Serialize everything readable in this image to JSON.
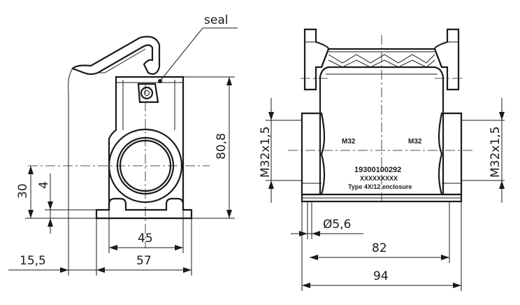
{
  "drawing": {
    "seal_label": "seal",
    "dimensions": {
      "height_total": "80,8",
      "height_30": "30",
      "height_4": "4",
      "width_45": "45",
      "width_57": "57",
      "offset_15_5": "15,5",
      "thread_left": "M32x1,5",
      "thread_right": "M32x1,5",
      "hole_diameter": "Ø5,6",
      "width_82": "82",
      "width_94": "94"
    },
    "markings": {
      "port_left": "M32",
      "port_right": "M32",
      "part_number": "19300100292",
      "code_placeholder": "XXXXXXXXX",
      "enclosure_type": "Type 4X/12 enclosure"
    }
  }
}
